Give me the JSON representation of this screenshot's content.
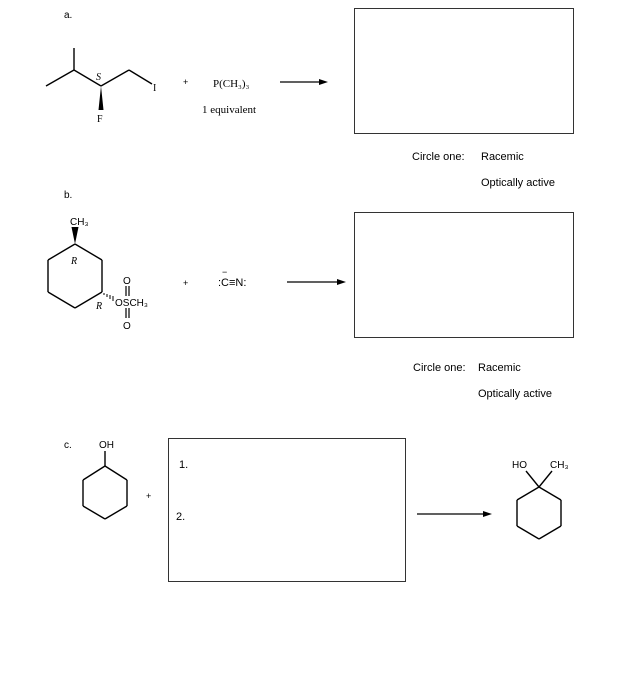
{
  "problem_a": {
    "label": "a.",
    "stereo_label": "S",
    "iodine": "I",
    "fluorine": "F",
    "plus": "+",
    "reagent": "P(CH₃)₃",
    "equivalents": "1 equivalent",
    "circle_one": "Circle one:",
    "option_racemic": "Racemic",
    "option_optical": "Optically active"
  },
  "problem_b": {
    "label": "b.",
    "methyl": "CH₃",
    "stereo_label_top": "R",
    "stereo_label_bottom": "R",
    "oxygen_top": "O",
    "oxygen_bottom": "O",
    "leaving_group": "OSCH₃",
    "plus": "+",
    "reagent": ":C≡N:",
    "reagent_charge": "−",
    "circle_one": "Circle one:",
    "option_racemic": "Racemic",
    "option_optical": "Optically active"
  },
  "problem_c": {
    "label": "c.",
    "hydroxyl": "OH",
    "plus": "+",
    "step_1": "1.",
    "step_2": "2.",
    "product_ho": "HO",
    "product_methyl": "CH₃"
  }
}
